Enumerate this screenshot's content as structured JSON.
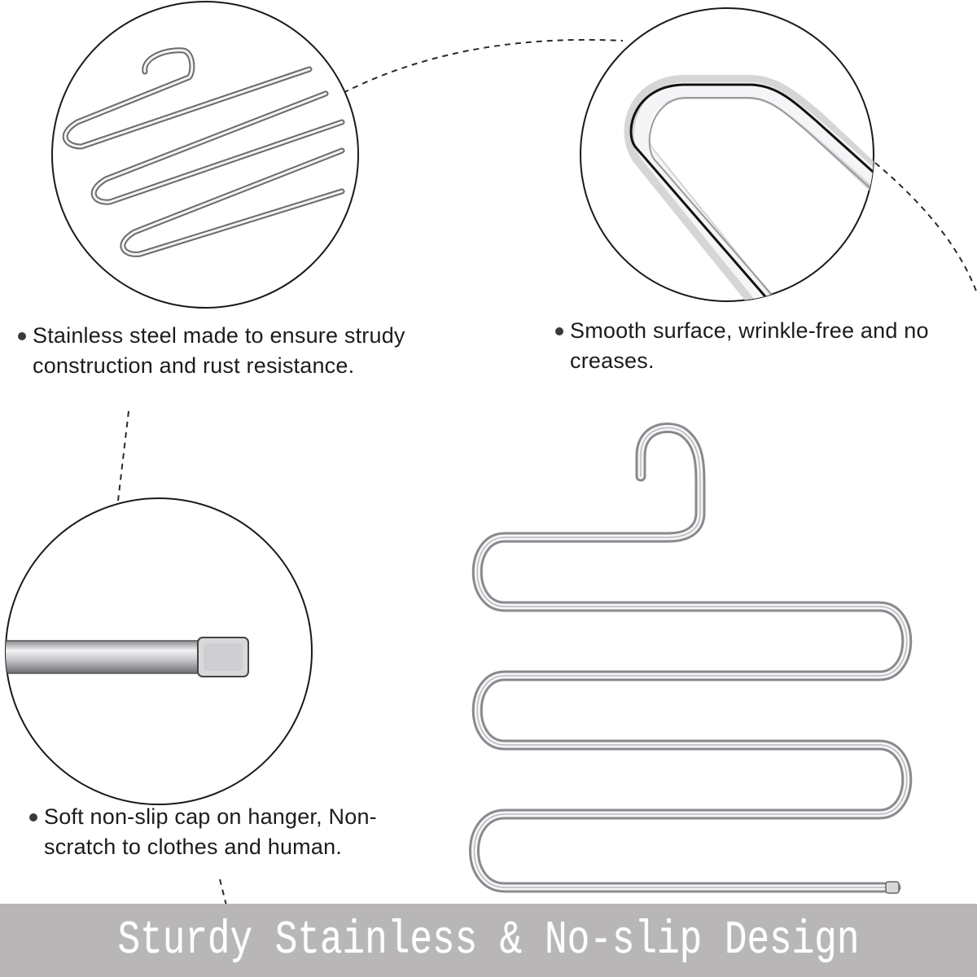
{
  "features": [
    {
      "icon": "bullet-dot-icon",
      "text": "Stainless steel made to ensure strudy construction and rust resistance."
    },
    {
      "icon": "bullet-dot-icon",
      "text": "Smooth surface, wrinkle-free and no creases."
    },
    {
      "icon": "bullet-dot-icon",
      "text": "Soft non-slip cap on hanger, Non-scratch to clothes and human."
    }
  ],
  "callouts": [
    {
      "name": "hanger-overview-detail",
      "subject": "angled view of S-shape wire hanger"
    },
    {
      "name": "smooth-bend-detail",
      "subject": "close-up of rounded steel bend"
    },
    {
      "name": "non-slip-cap-detail",
      "subject": "close-up of rod end with cap"
    }
  ],
  "product": {
    "name": "5-tier S-shape pants hanger",
    "tiers": 5
  },
  "banner": {
    "title": "Sturdy Stainless & No-slip Design",
    "background_color": "#b8b6b7",
    "text_color": "#ffffff"
  },
  "colors": {
    "background": "#ffffff",
    "outline": "#1a1a1a",
    "metal_light": "#e6e6e8",
    "metal_dark": "#7c7c80"
  }
}
